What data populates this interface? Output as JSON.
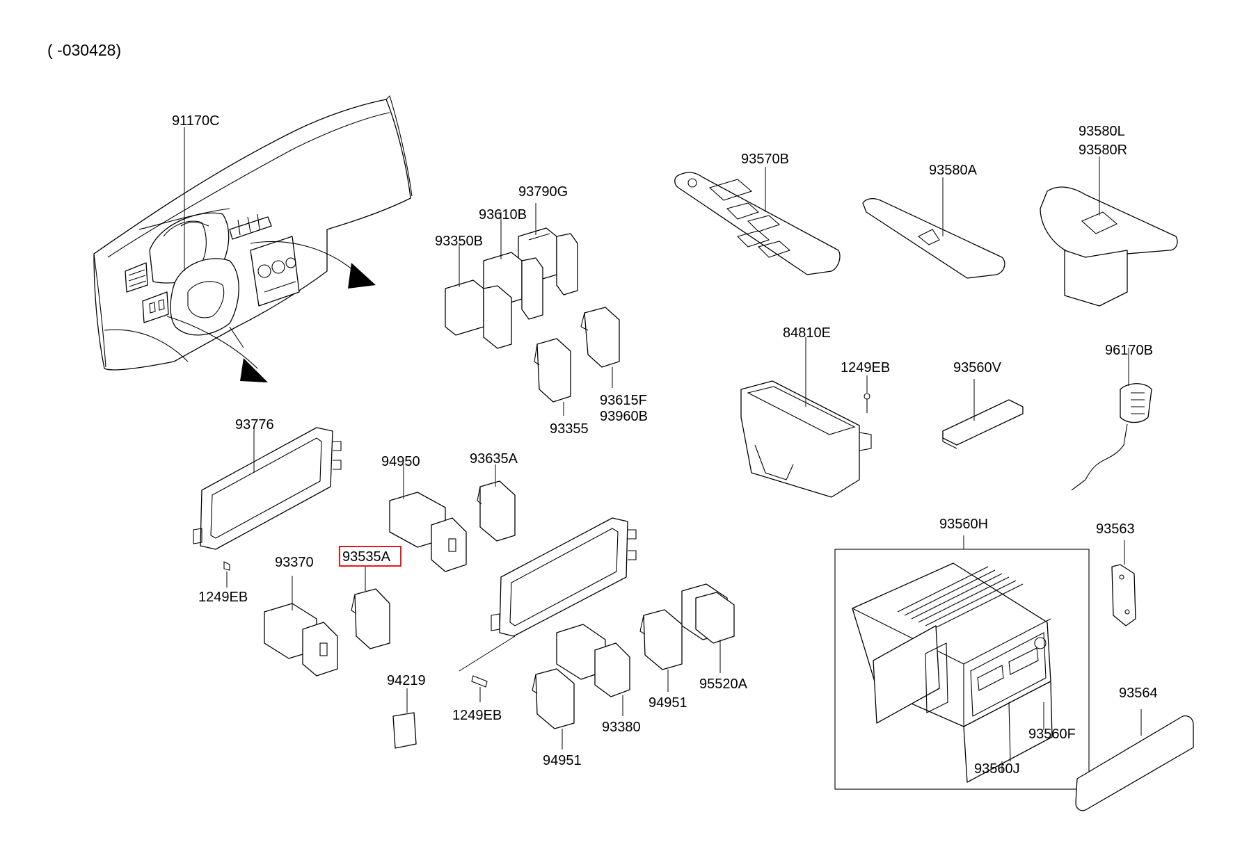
{
  "diagram": {
    "date_code": "( -030428)",
    "highlight_color": "#e00000",
    "highlighted_part": "93535A",
    "parts": [
      {
        "number": "91170C"
      },
      {
        "number": "93790G"
      },
      {
        "number": "93610B"
      },
      {
        "number": "93350B"
      },
      {
        "number": "93615F"
      },
      {
        "number": "93960B"
      },
      {
        "number": "93355"
      },
      {
        "number": "93570B"
      },
      {
        "number": "93580A"
      },
      {
        "number": "93580L"
      },
      {
        "number": "93580R"
      },
      {
        "number": "84810E"
      },
      {
        "number": "1249EB"
      },
      {
        "number": "93560V"
      },
      {
        "number": "96170B"
      },
      {
        "number": "93776"
      },
      {
        "number": "94950"
      },
      {
        "number": "93635A"
      },
      {
        "number": "93535A"
      },
      {
        "number": "93370"
      },
      {
        "number": "1249EB"
      },
      {
        "number": "94219"
      },
      {
        "number": "1249EB"
      },
      {
        "number": "95520A"
      },
      {
        "number": "94951"
      },
      {
        "number": "93380"
      },
      {
        "number": "94951"
      },
      {
        "number": "93560H"
      },
      {
        "number": "93563"
      },
      {
        "number": "93564"
      },
      {
        "number": "93560F"
      },
      {
        "number": "93560J"
      }
    ]
  }
}
